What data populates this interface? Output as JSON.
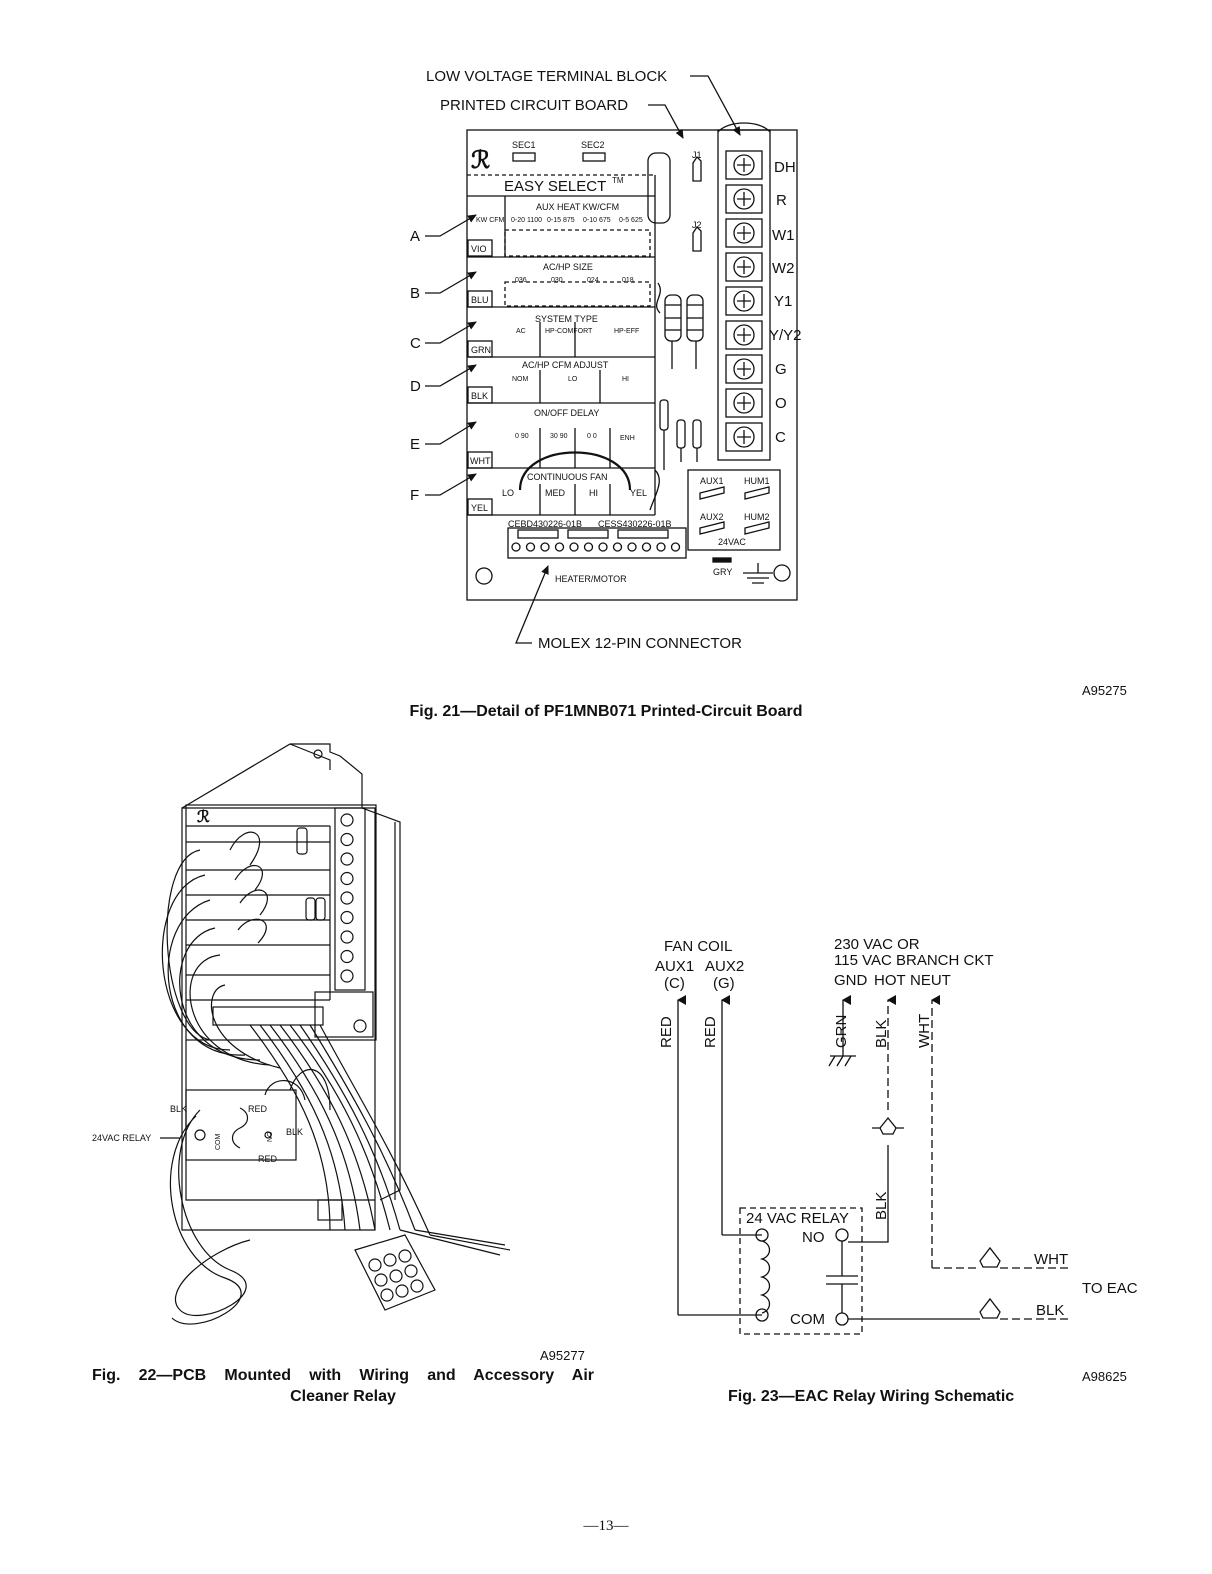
{
  "fig21": {
    "callouts": {
      "terminal_block": "LOW VOLTAGE TERMINAL BLOCK",
      "pcb": "PRINTED CIRCUIT BOARD",
      "molex": "MOLEX 12-PIN CONNECTOR"
    },
    "row_letters": [
      "A",
      "B",
      "C",
      "D",
      "E",
      "F"
    ],
    "board": {
      "sec1": "SEC1",
      "sec2": "SEC2",
      "easy_select": "EASY SELECT",
      "tm": "TM",
      "j1": "J1",
      "j2": "J2",
      "sections": [
        {
          "title": "AUX HEAT KW/CFM",
          "color": "VIO",
          "head": "KW CFM",
          "options": [
            "0-20 1100",
            "0-15 875",
            "0-10 675",
            "0-5 625"
          ]
        },
        {
          "title": "AC/HP SIZE",
          "color": "BLU",
          "options": [
            "036",
            "030",
            "024",
            "018"
          ]
        },
        {
          "title": "SYSTEM TYPE",
          "color": "GRN",
          "options": [
            "AC",
            "HP-COMFORT",
            "HP-EFF"
          ]
        },
        {
          "title": "AC/HP CFM ADJUST",
          "color": "BLK",
          "options": [
            "NOM",
            "LO",
            "HI"
          ]
        },
        {
          "title": "ON/OFF DELAY",
          "color": "WHT",
          "options": [
            "0 90",
            "30 90",
            "0 0",
            "ENH"
          ]
        },
        {
          "title": "CONTINUOUS FAN",
          "color": "YEL",
          "options": [
            "LO",
            "MED",
            "HI",
            "YEL"
          ]
        }
      ],
      "terminals": [
        "DH",
        "R",
        "W1",
        "W2",
        "Y1",
        "Y/Y2",
        "G",
        "O",
        "C"
      ],
      "aux": [
        "AUX1",
        "HUM1",
        "AUX2",
        "HUM2"
      ],
      "vac24": "24VAC",
      "part_left": "CEBD430226-01B",
      "part_right": "CESS430226-01B",
      "heater_motor": "HEATER/MOTOR",
      "gry": "GRY"
    },
    "fig_id": "A95275",
    "caption": "Fig. 21—Detail of PF1MNB071 Printed-Circuit Board"
  },
  "fig22": {
    "relay_label": "24VAC RELAY",
    "wire_labels": [
      "BLK",
      "RED",
      "BLK",
      "RED"
    ],
    "relay_terms": [
      "COM",
      "NO"
    ],
    "fig_id": "A95277",
    "caption_line1": "Fig. 22—PCB Mounted with Wiring and Accessory Air",
    "caption_line2": "Cleaner Relay"
  },
  "fig23": {
    "fan_coil": "FAN COIL",
    "aux1": "AUX1",
    "aux2": "AUX2",
    "aux1_sub": "(C)",
    "aux2_sub": "(G)",
    "supply_line1": "230 VAC OR",
    "supply_line2": "115 VAC BRANCH CKT",
    "gnd": "GND",
    "hot": "HOT",
    "neut": "NEUT",
    "wires": [
      "RED",
      "RED",
      "GRN",
      "BLK",
      "WHT"
    ],
    "relay_title": "24 VAC RELAY",
    "no": "NO",
    "com": "COM",
    "blk_mid": "BLK",
    "wht_out": "WHT",
    "blk_out": "BLK",
    "to_eac": "TO EAC",
    "fig_id": "A98625",
    "caption": "Fig. 23—EAC Relay Wiring Schematic"
  },
  "page_number": "—13—"
}
